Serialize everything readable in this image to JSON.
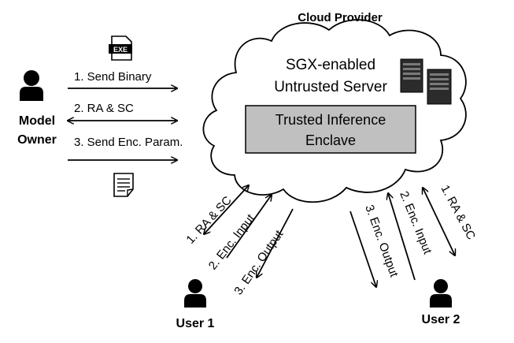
{
  "cloud": {
    "title": "Cloud Provider"
  },
  "server": {
    "line1": "SGX-enabled",
    "line2": "Untrusted Server"
  },
  "enclave": {
    "line1": "Trusted Inference",
    "line2": "Enclave"
  },
  "owner": {
    "name_line1": "Model",
    "name_line2": "Owner",
    "exe_badge": "EXE",
    "steps": [
      "1. Send Binary",
      "2. RA & SC",
      "3. Send Enc. Param."
    ]
  },
  "user1": {
    "name": "User 1",
    "steps": [
      "1. RA & SC",
      "2. Enc. Input",
      "3. Enc. Output"
    ]
  },
  "user2": {
    "name": "User 2",
    "steps": [
      "1. RA & SC",
      "2. Enc. Input",
      "3. Enc. Output"
    ]
  },
  "colors": {
    "enclave_fill": "#c0c0c0",
    "server_body": "#2b2b2b",
    "line": "#000000"
  }
}
